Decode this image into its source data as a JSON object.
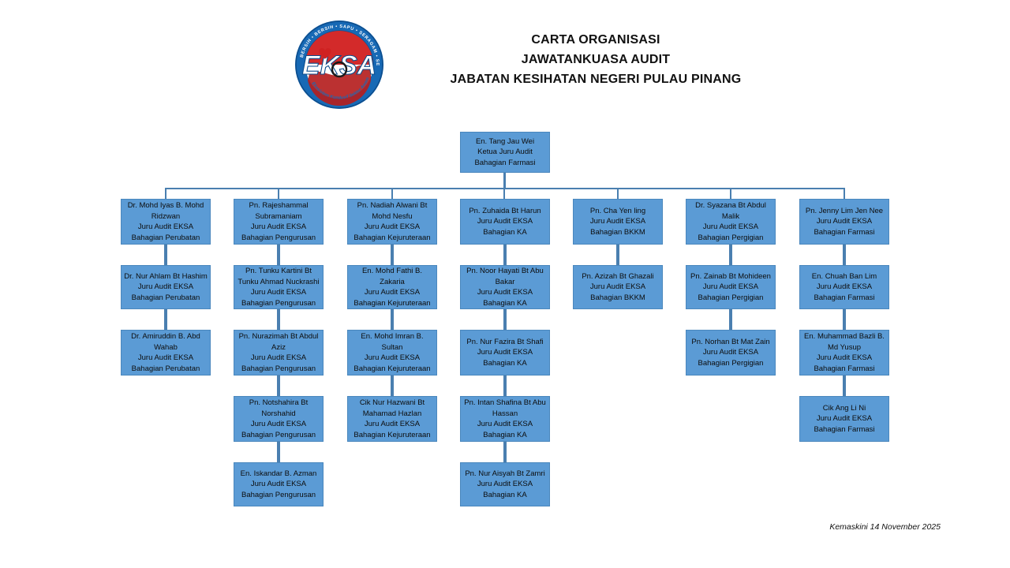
{
  "header": {
    "logo_name": "eksa-logo",
    "logo_text": {
      "outer_ring": "BERSIH • BERSIH • SAPU • SERAGAM • SENTIASA KEKAL",
      "center": "EKSA",
      "bottom_arc": "Ekosistem Kondusif Sektor Awam"
    },
    "title_lines": [
      "CARTA ORGANISASI",
      "JAWATANKUASA AUDIT",
      "JABATAN KESIHATAN NEGERI PULAU PINANG"
    ]
  },
  "footer": {
    "updated": "Kemaskini 14 November 2025"
  },
  "colors": {
    "node_fill": "#5B9BD5",
    "node_border": "#4a87bd",
    "connector": "#4a7fb0",
    "text": "#0d0d0d",
    "background": "#ffffff"
  },
  "chart_data": {
    "type": "diagram",
    "title": "CARTA ORGANISASI JAWATANKUASA AUDIT JABATAN KESIHATAN NEGERI PULAU PINANG",
    "orientation": "top-down",
    "root": {
      "id": "root",
      "name": "En. Tang Jau Wei",
      "role": "Ketua Juru Audit",
      "unit": "Bahagian Farmasi"
    },
    "branches": [
      {
        "id": "branch-perubatan",
        "unit": "Bahagian Perubatan",
        "members": [
          {
            "name": "Dr. Mohd Iyas B. Mohd Ridzwan",
            "role": "Juru Audit EKSA",
            "unit": "Bahagian Perubatan"
          },
          {
            "name": "Dr. Nur Ahlam Bt Hashim",
            "role": "Juru Audit EKSA",
            "unit": "Bahagian Perubatan"
          },
          {
            "name": "Dr. Amiruddin B. Abd Wahab",
            "role": "Juru Audit EKSA",
            "unit": "Bahagian Perubatan"
          }
        ]
      },
      {
        "id": "branch-pengurusan",
        "unit": "Bahagian Pengurusan",
        "members": [
          {
            "name": "Pn. Rajeshammal Subramaniam",
            "role": "Juru Audit EKSA",
            "unit": "Bahagian Pengurusan"
          },
          {
            "name": "Pn. Tunku Kartini Bt Tunku Ahmad Nuckrashi",
            "role": "Juru Audit EKSA",
            "unit": "Bahagian Pengurusan"
          },
          {
            "name": "Pn. Nurazimah Bt Abdul Aziz",
            "role": "Juru Audit EKSA",
            "unit": "Bahagian Pengurusan"
          },
          {
            "name": "Pn. Notshahira Bt Norshahid",
            "role": "Juru Audit EKSA",
            "unit": "Bahagian Pengurusan"
          },
          {
            "name": "En. Iskandar B. Azman",
            "role": "Juru Audit EKSA",
            "unit": "Bahagian Pengurusan"
          }
        ]
      },
      {
        "id": "branch-kejuruteraan",
        "unit": "Bahagian Kejuruteraan",
        "members": [
          {
            "name": "Pn. Nadiah Alwani Bt Mohd Nesfu",
            "role": "Juru Audit EKSA",
            "unit": "Bahagian Kejuruteraan"
          },
          {
            "name": "En. Mohd Fathi B. Zakaria",
            "role": "Juru Audit EKSA",
            "unit": "Bahagian Kejuruteraan"
          },
          {
            "name": "En. Mohd Imran B. Sultan",
            "role": "Juru Audit EKSA",
            "unit": "Bahagian Kejuruteraan"
          },
          {
            "name": "Cik Nur Hazwani Bt Mahamad Hazlan",
            "role": "Juru Audit EKSA",
            "unit": "Bahagian Kejuruteraan"
          }
        ]
      },
      {
        "id": "branch-ka",
        "unit": "Bahagian KA",
        "members": [
          {
            "name": "Pn. Zuhaida Bt Harun",
            "role": "Juru Audit EKSA",
            "unit": "Bahagian KA"
          },
          {
            "name": "Pn. Noor Hayati Bt Abu Bakar",
            "role": "Juru Audit EKSA",
            "unit": "Bahagian KA"
          },
          {
            "name": "Pn. Nur Fazira Bt Shafi",
            "role": "Juru Audit EKSA",
            "unit": "Bahagian KA"
          },
          {
            "name": "Pn. Intan Shafina Bt Abu Hassan",
            "role": "Juru Audit EKSA",
            "unit": "Bahagian KA"
          },
          {
            "name": "Pn. Nur Aisyah Bt Zamri",
            "role": "Juru Audit EKSA",
            "unit": "Bahagian KA"
          }
        ]
      },
      {
        "id": "branch-bkkm",
        "unit": "Bahagian BKKM",
        "members": [
          {
            "name": "Pn. Cha Yen ling",
            "role": "Juru Audit EKSA",
            "unit": "Bahagian BKKM"
          },
          {
            "name": "Pn. Azizah Bt Ghazali",
            "role": "Juru Audit EKSA",
            "unit": "Bahagian BKKM"
          }
        ]
      },
      {
        "id": "branch-pergigian",
        "unit": "Bahagian Pergigian",
        "members": [
          {
            "name": "Dr. Syazana Bt Abdul Malik",
            "role": "Juru Audit EKSA",
            "unit": "Bahagian Pergigian"
          },
          {
            "name": "Pn. Zainab Bt Mohideen",
            "role": "Juru Audit EKSA",
            "unit": "Bahagian Pergigian"
          },
          {
            "name": "Pn. Norhan Bt Mat Zain",
            "role": "Juru Audit EKSA",
            "unit": "Bahagian Pergigian"
          }
        ]
      },
      {
        "id": "branch-farmasi",
        "unit": "Bahagian Farmasi",
        "members": [
          {
            "name": "Pn. Jenny Lim Jen Nee",
            "role": "Juru Audit EKSA",
            "unit": "Bahagian Farmasi"
          },
          {
            "name": "En. Chuah Ban Lim",
            "role": "Juru Audit EKSA",
            "unit": "Bahagian Farmasi"
          },
          {
            "name": "En. Muhammad Bazli B. Md Yusup",
            "role": "Juru Audit EKSA",
            "unit": "Bahagian Farmasi"
          },
          {
            "name": "Cik Ang Li Ni",
            "role": "Juru Audit EKSA",
            "unit": "Bahagian Farmasi"
          }
        ]
      }
    ]
  }
}
